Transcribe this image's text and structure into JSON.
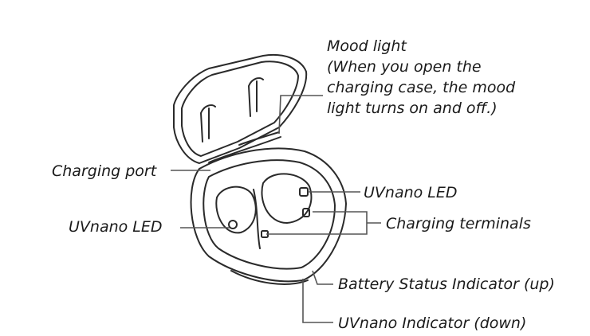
{
  "labels": {
    "mood_light_title": "Mood light",
    "mood_light_note_line1": "(When you open the",
    "mood_light_note_line2": "charging case, the mood",
    "mood_light_note_line3": "light turns on and off.)",
    "charging_port": "Charging port",
    "uvnano_led_right": "UVnano LED",
    "uvnano_led_left": "UVnano LED",
    "charging_terminals": "Charging terminals",
    "battery_status_indicator": "Battery Status Indicator (up)",
    "uvnano_indicator": "UVnano Indicator (down)"
  },
  "colors": {
    "line": "#2a2a2a",
    "leader": "#555555",
    "text": "#1a1a1a"
  }
}
